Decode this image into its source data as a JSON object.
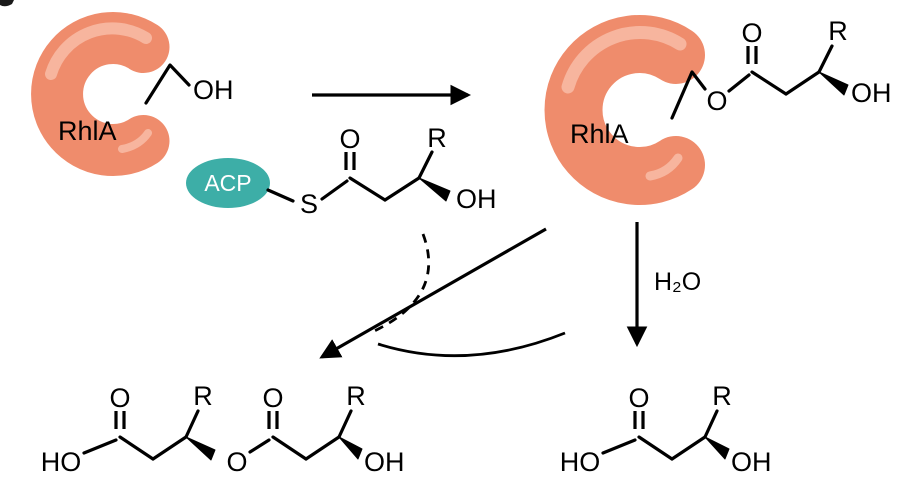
{
  "figure": {
    "left_enzyme": {
      "name": "RhlA",
      "serine_hydroxyl": "OH"
    },
    "acp_thioester": {
      "carrier": "ACP",
      "sulfur": "S",
      "carbonyl_oxygen": "O",
      "r_group": "R",
      "beta_hydroxyl": "OH"
    },
    "acyl_enzyme": {
      "name": "RhlA",
      "ester_oxygen": "O",
      "carbonyl_oxygen": "O",
      "r_group": "R",
      "beta_hydroxyl": "OH"
    },
    "hydrolysis": {
      "reagent": "H₂O"
    },
    "haa_product": {
      "acid_ho": "HO",
      "carbonyl_oxygen_left": "O",
      "r_group_left": "R",
      "ester_oxygen": "O",
      "carbonyl_oxygen_right": "O",
      "r_group_right": "R",
      "beta_hydroxyl": "OH"
    },
    "hydroxy_acid_product": {
      "acid_ho": "HO",
      "carbonyl_oxygen": "O",
      "r_group": "R",
      "beta_hydroxyl": "OH"
    },
    "colors": {
      "enzyme_fill": "#EF8C6C",
      "enzyme_highlight": "#F7B59E",
      "acp_fill": "#3DAEA7",
      "acp_text": "#FFFFFF",
      "bond": "#000000"
    }
  }
}
